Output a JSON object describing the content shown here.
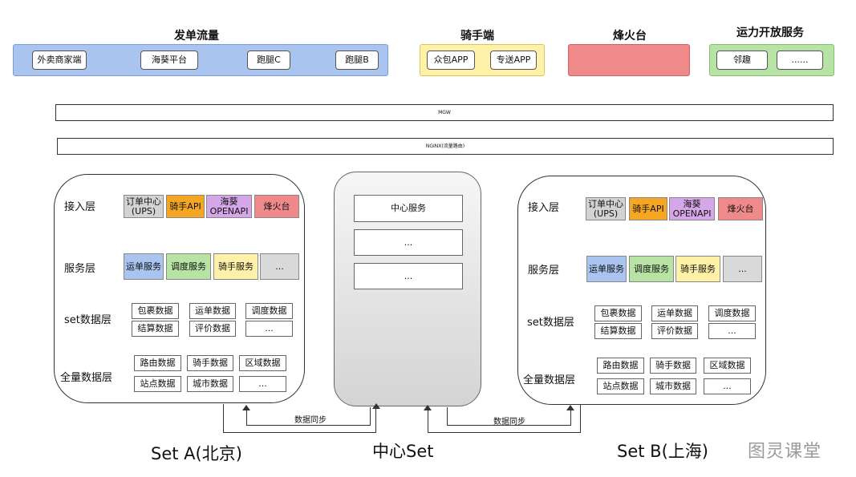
{
  "top": {
    "orders": {
      "title": "发单流量",
      "items": [
        "外卖商家端",
        "海葵平台",
        "跑腿C",
        "跑腿B"
      ],
      "color": "#a8c4ef"
    },
    "rider": {
      "title": "骑手端",
      "items": [
        "众包APP",
        "专送APP"
      ],
      "color": "#fff2a8"
    },
    "beacon": {
      "title": "烽火台",
      "color": "#f08a8a"
    },
    "capacity": {
      "title": "运力开放服务",
      "items": [
        "邻趣",
        "......"
      ],
      "color": "#b7e3a4"
    }
  },
  "bars": {
    "mgw": "MGW",
    "nginx": "NGINX(流量路由)"
  },
  "setA": {
    "layers": {
      "access": "接入层",
      "service": "服务层",
      "set_data": "set数据层",
      "full_data": "全量数据层"
    },
    "access": [
      {
        "label": "订单中心(UPS)",
        "color": "#d3d3d3"
      },
      {
        "label": "骑手API",
        "color": "#f5a623"
      },
      {
        "label": "海葵OPENAPI",
        "color": "#d5a6e8"
      },
      {
        "label": "烽火台",
        "color": "#f08a8a"
      }
    ],
    "service": [
      {
        "label": "运单服务",
        "color": "#a8c4ef"
      },
      {
        "label": "调度服务",
        "color": "#b7e3a4"
      },
      {
        "label": "骑手服务",
        "color": "#fff2a8"
      },
      {
        "label": "...",
        "color": "#d9d9d9"
      }
    ],
    "set_data": [
      "包裹数据",
      "运单数据",
      "调度数据",
      "结算数据",
      "评价数据",
      "..."
    ],
    "full_data": [
      "路由数据",
      "骑手数据",
      "区域数据",
      "站点数据",
      "城市数据",
      "..."
    ],
    "caption": "Set A(北京)"
  },
  "setB": {
    "layers": {
      "access": "接入层",
      "service": "服务层",
      "set_data": "set数据层",
      "full_data": "全量数据层"
    },
    "access": [
      {
        "label": "订单中心(UPS)",
        "color": "#d3d3d3"
      },
      {
        "label": "骑手API",
        "color": "#f5a623"
      },
      {
        "label": "海葵OPENAPI",
        "color": "#d5a6e8"
      },
      {
        "label": "烽火台",
        "color": "#f08a8a"
      }
    ],
    "service": [
      {
        "label": "运单服务",
        "color": "#a8c4ef"
      },
      {
        "label": "调度服务",
        "color": "#b7e3a4"
      },
      {
        "label": "骑手服务",
        "color": "#fff2a8"
      },
      {
        "label": "...",
        "color": "#d9d9d9"
      }
    ],
    "set_data": [
      "包裹数据",
      "运单数据",
      "调度数据",
      "结算数据",
      "评价数据",
      "..."
    ],
    "full_data": [
      "路由数据",
      "骑手数据",
      "区域数据",
      "站点数据",
      "城市数据",
      "..."
    ],
    "caption": "Set B(上海)"
  },
  "center": {
    "services": [
      "中心服务",
      "...",
      "..."
    ],
    "caption": "中心Set"
  },
  "sync": {
    "left": "数据同步",
    "right": "数据同步"
  },
  "watermark": "图灵课堂"
}
